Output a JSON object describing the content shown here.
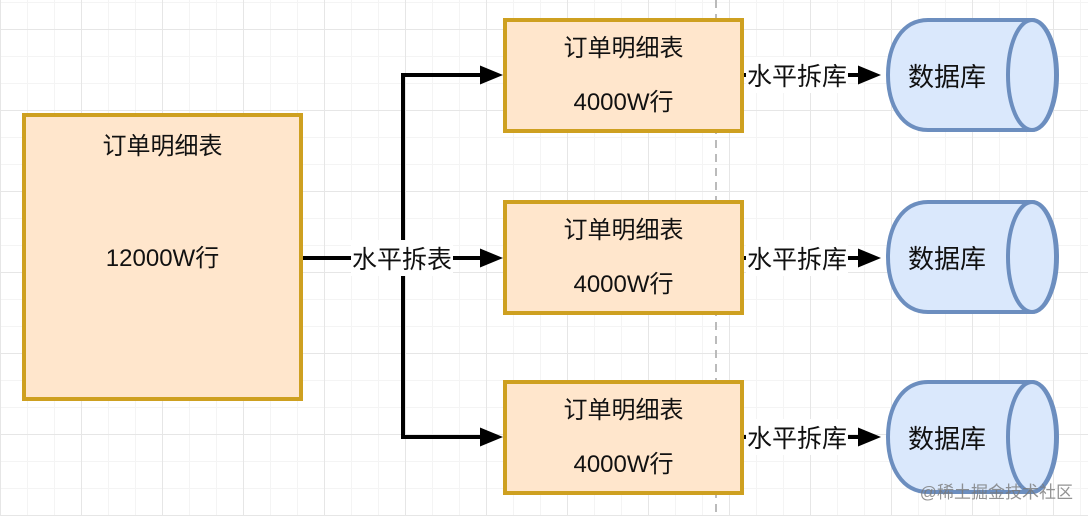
{
  "diagram": {
    "source_table": {
      "title": "订单明细表",
      "rows": "12000W行"
    },
    "split_table_label": "水平拆表",
    "shards": [
      {
        "table": {
          "title": "订单明细表",
          "rows": "4000W行"
        },
        "split_db_label": "水平拆库",
        "database": {
          "label": "数据库"
        }
      },
      {
        "table": {
          "title": "订单明细表",
          "rows": "4000W行"
        },
        "split_db_label": "水平拆库",
        "database": {
          "label": "数据库"
        }
      },
      {
        "table": {
          "title": "订单明细表",
          "rows": "4000W行"
        },
        "split_db_label": "水平拆库",
        "database": {
          "label": "数据库"
        }
      }
    ],
    "watermark": "@稀土掘金技术社区",
    "colors": {
      "table_fill": "#FFE6CC",
      "table_border": "#CEA020",
      "db_fill": "#DAE8FC",
      "db_border": "#6C8EBF",
      "connector": "#000000",
      "dashed_guide": "#BBBBBB",
      "watermark_text": "#787878"
    }
  }
}
